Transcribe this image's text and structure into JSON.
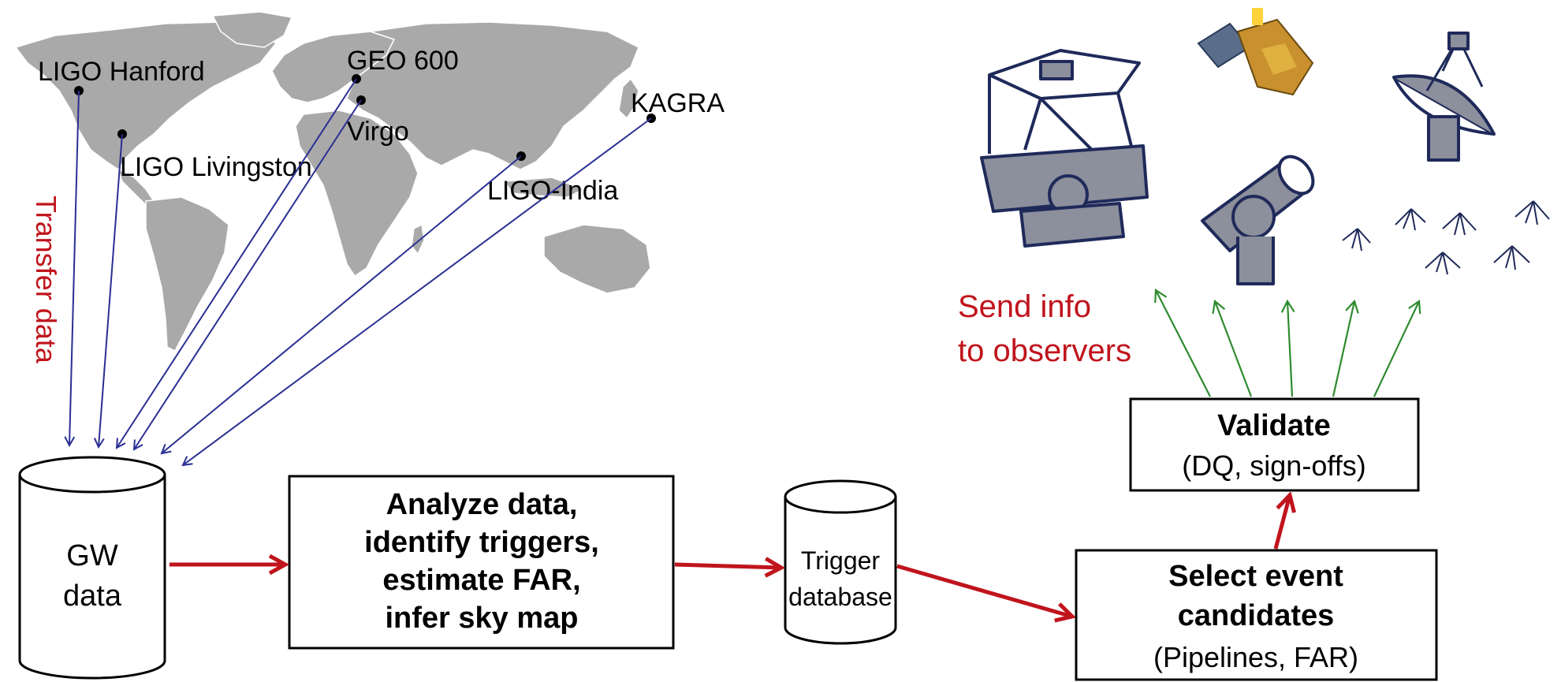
{
  "map": {
    "sites": [
      {
        "label": "LIGO Hanford"
      },
      {
        "label": "GEO 600"
      },
      {
        "label": "Virgo"
      },
      {
        "label": "KAGRA"
      },
      {
        "label": "LIGO Livingston"
      },
      {
        "label": "LIGO-India"
      }
    ],
    "transfer_label": "Transfer data"
  },
  "flow": {
    "gw_data": {
      "line1": "GW",
      "line2": "data"
    },
    "analyze": {
      "lines": [
        "Analyze data,",
        "identify triggers,",
        "estimate FAR,",
        "infer sky map"
      ]
    },
    "trigger_db": {
      "line1": "Trigger",
      "line2": "database"
    },
    "select": {
      "line1": "Select event",
      "line2": "candidates",
      "line3": "(Pipelines, FAR)"
    },
    "validate": {
      "line1": "Validate",
      "line2": "(DQ, sign-offs)"
    },
    "send": {
      "line1": "Send info",
      "line2": "to observers"
    }
  },
  "colors": {
    "red": "#c0141c",
    "blue": "#2a2f93",
    "green": "#2e8b2e",
    "land": "#a9a9a9",
    "instrument_fill": "#8c8f9c",
    "instrument_stroke": "#1f2a5a"
  },
  "icons": [
    "optical-telescope-icon",
    "satellite-icon",
    "radio-dish-icon",
    "small-telescope-icon",
    "antenna-array-icon"
  ]
}
